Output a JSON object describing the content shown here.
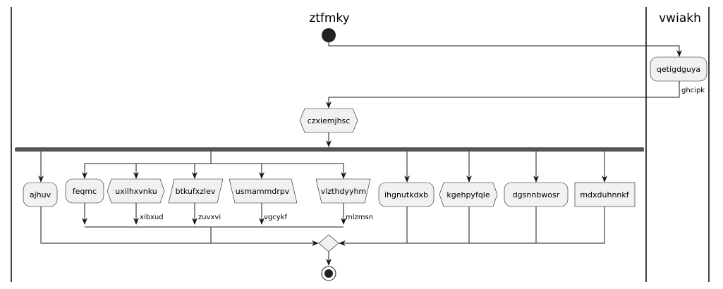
{
  "lanes": {
    "left": "ztfmky",
    "right": "vwiakh"
  },
  "nodes": {
    "qetigdguya": "qetigdguya",
    "czxiemjhsc": "czxiemjhsc",
    "ajhuv": "ajhuv",
    "feqmc": "feqmc",
    "uxilhxvnku": "uxilhxvnku",
    "btkufxzlev": "btkufxzlev",
    "usmammdrpv": "usmammdrpv",
    "vlzthdyyhm": "vlzthdyyhm",
    "ihgnutkdxb": "ihgnutkdxb",
    "kgehpyfqle": "kgehpyfqle",
    "dgsnnbwosr": "dgsnnbwosr",
    "mdxduhnnkf": "mdxduhnnkf"
  },
  "edge_labels": {
    "ghcipk": "ghcipk",
    "xibxud": "xibxud",
    "zuvxvi": "zuvxvi",
    "vgcykf": "vgcykf",
    "mlzmsn": "mlzmsn"
  }
}
